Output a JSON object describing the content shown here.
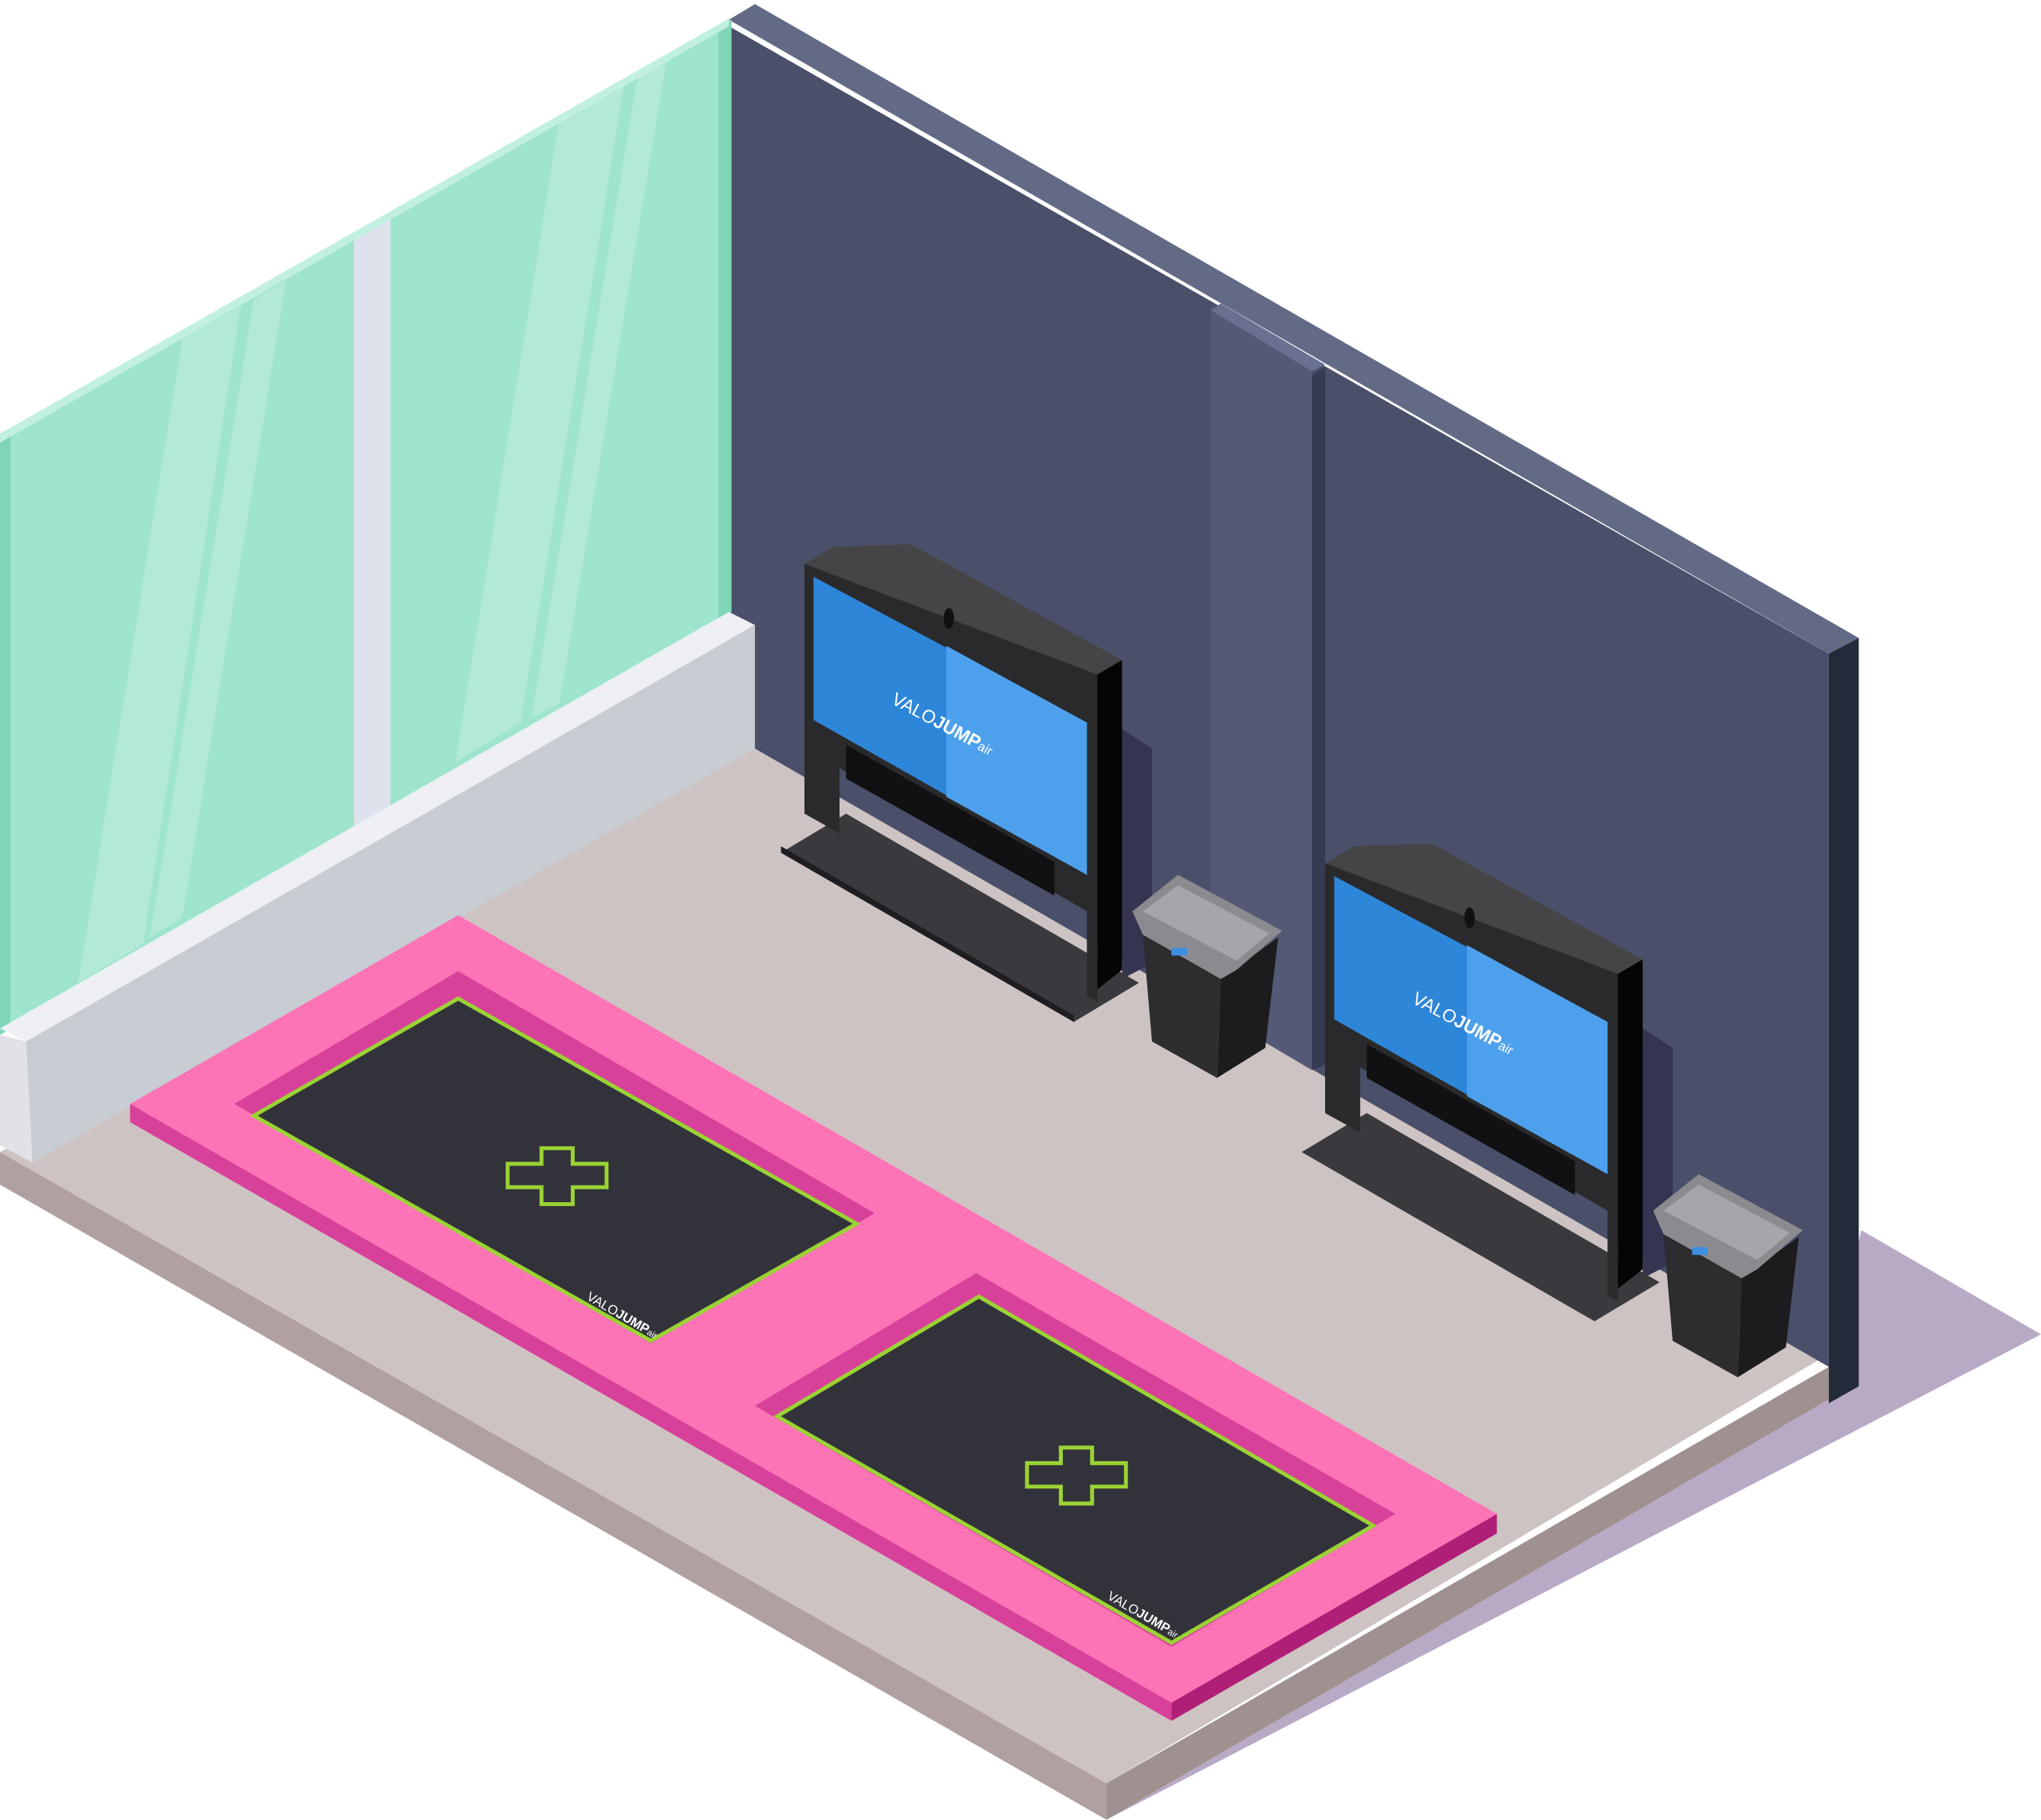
{
  "scene": {
    "title": "Isometric ValoJump Air room",
    "brand": {
      "word1": "VALO",
      "word2": "JUMP",
      "word3": "air"
    }
  },
  "colors": {
    "wall": "#4a5069",
    "glass": "#9fe4cd",
    "floor": "#cec3c3",
    "trampoline_frame": "#fc74b5",
    "mat": "#32333a",
    "mat_line": "#9bd334",
    "screen": "#2e86d9"
  }
}
